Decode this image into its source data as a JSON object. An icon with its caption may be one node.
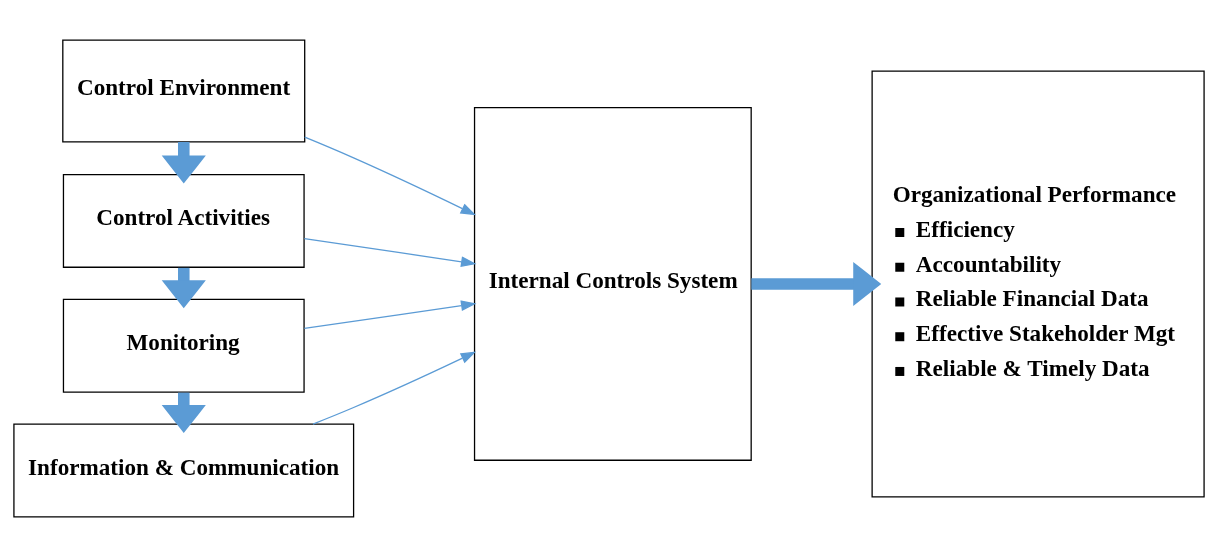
{
  "diagram": {
    "nodes": [
      {
        "text": [
          "Control Environment"
        ]
      },
      {
        "text": [
          "Control Activities"
        ]
      },
      {
        "text": [
          "Monitoring"
        ]
      },
      {
        "text": [
          "Information & Communication"
        ]
      },
      {
        "text": [
          "Internal Controls System"
        ]
      },
      {
        "text": [
          "Organizational Performance",
          "Efficiency",
          "Accountability",
          "Reliable Financial Data",
          "Effective Stakeholder Mgt",
          "Reliable & Timely Data"
        ]
      }
    ],
    "edges": [
      {
        "from": 0,
        "to": 1,
        "arrow": "to",
        "style": "thick"
      },
      {
        "from": 1,
        "to": 2,
        "arrow": "to",
        "style": "thick"
      },
      {
        "from": 2,
        "to": 3,
        "arrow": "to",
        "style": "thick"
      },
      {
        "from": 0,
        "to": 4,
        "arrow": "to"
      },
      {
        "from": 1,
        "to": 4,
        "arrow": "to"
      },
      {
        "from": 2,
        "to": 4,
        "arrow": "to"
      },
      {
        "from": 3,
        "to": 4,
        "arrow": "to"
      },
      {
        "from": 4,
        "to": 5,
        "arrow": "to",
        "style": "thick"
      }
    ]
  }
}
